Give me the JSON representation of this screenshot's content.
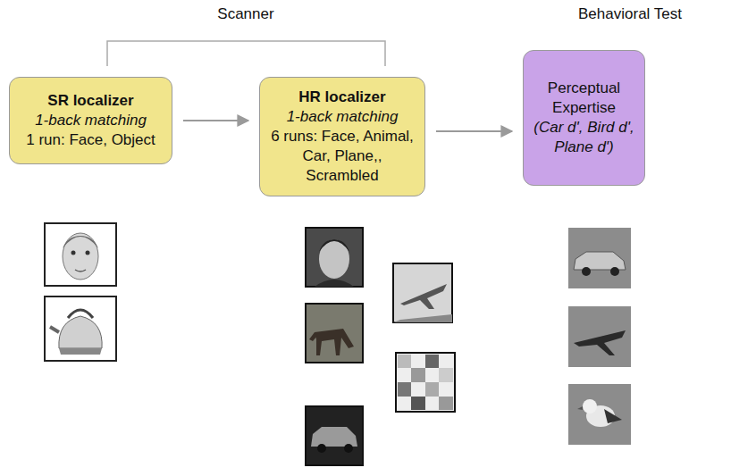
{
  "diagram": {
    "nodes": [
      {
        "text": [
          "SR localizer",
          "1-back matching",
          "1 run: Face, Object"
        ]
      },
      {
        "text": [
          "HR localizer",
          "1-back matching",
          "6 runs: Face, Animal, Car, Plane,, Scrambled"
        ]
      },
      {
        "text": [
          "Perceptual Expertise",
          "(Car d', Bird d', Plane d')"
        ]
      }
    ],
    "edges": [
      {
        "from": 0,
        "to": 1,
        "arrow": "to"
      },
      {
        "from": 1,
        "to": 2,
        "arrow": "to"
      }
    ],
    "labels": [
      "Scanner",
      "Behavioral Test"
    ]
  }
}
